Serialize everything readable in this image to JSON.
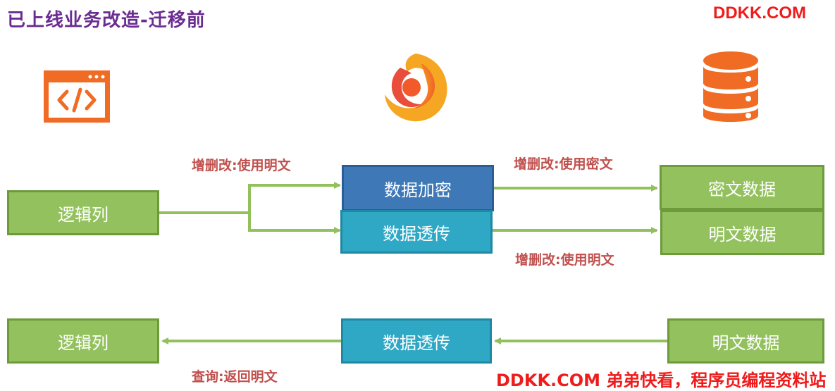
{
  "title": "已上线业务改造-迁移前",
  "brand_top": "DDKK.COM",
  "icons": {
    "app": "code-window-icon",
    "middleware": "flame-logo-icon",
    "database": "database-icon"
  },
  "top_flow": {
    "source": "逻辑列",
    "encrypt_box": "数据加密",
    "passthrough_box": "数据透传",
    "cipher_target": "密文数据",
    "plain_target": "明文数据",
    "label_in": "增删改:使用明文",
    "label_encrypt_out": "增删改:使用密文",
    "label_plain_out": "增删改:使用明文"
  },
  "bottom_flow": {
    "target": "逻辑列",
    "passthrough_box": "数据透传",
    "source": "明文数据",
    "label_return": "查询:返回明文"
  },
  "watermark": "DDKK.COM 弟弟快看，程序员编程资料站",
  "colors": {
    "green": "#93c15e",
    "green_border": "#6d9a3b",
    "encrypt_blue": "#3f78b6",
    "passthrough_cyan": "#2fa8c6",
    "arrow_green": "#92c05c",
    "label_red": "#c0504d",
    "title_purple": "#6a2c91",
    "icon_orange": "#f06b24"
  }
}
